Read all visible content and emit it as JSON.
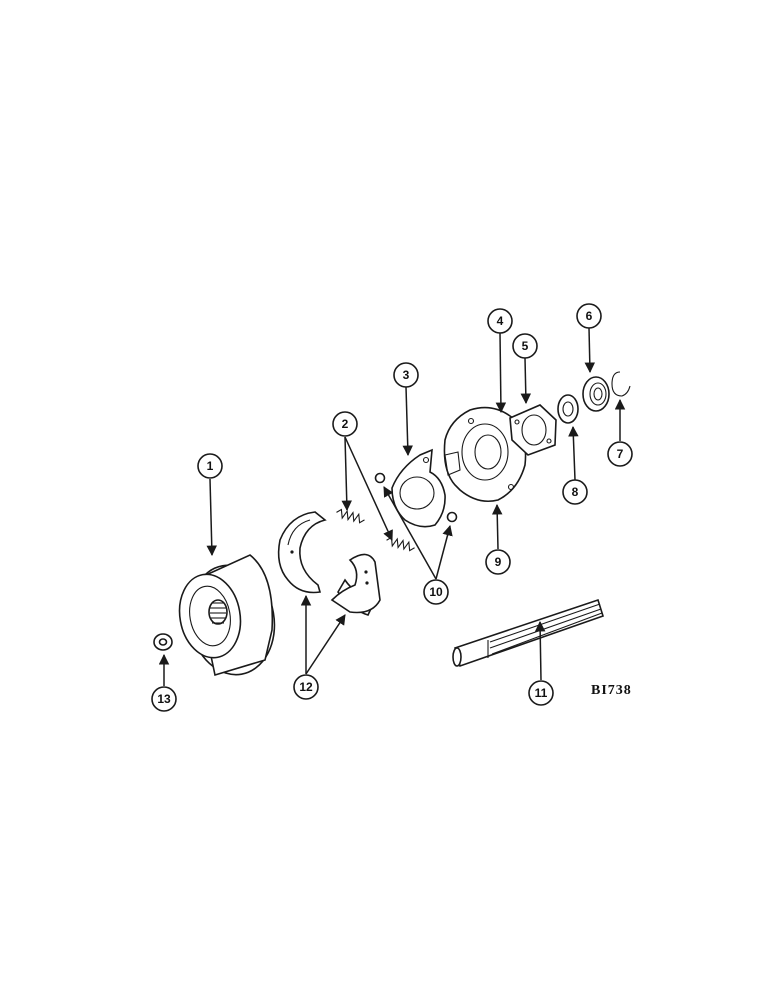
{
  "figure": {
    "reference_code": "BI738",
    "callouts": [
      {
        "id": "1",
        "label": "1"
      },
      {
        "id": "2",
        "label": "2"
      },
      {
        "id": "3",
        "label": "3"
      },
      {
        "id": "4",
        "label": "4"
      },
      {
        "id": "5",
        "label": "5"
      },
      {
        "id": "6",
        "label": "6"
      },
      {
        "id": "7",
        "label": "7"
      },
      {
        "id": "8",
        "label": "8"
      },
      {
        "id": "9",
        "label": "9"
      },
      {
        "id": "10",
        "label": "10"
      },
      {
        "id": "11",
        "label": "11"
      },
      {
        "id": "12",
        "label": "12"
      },
      {
        "id": "13",
        "label": "13"
      }
    ]
  },
  "colors": {
    "ink": "#1a1a1a",
    "paper": "#ffffff"
  }
}
